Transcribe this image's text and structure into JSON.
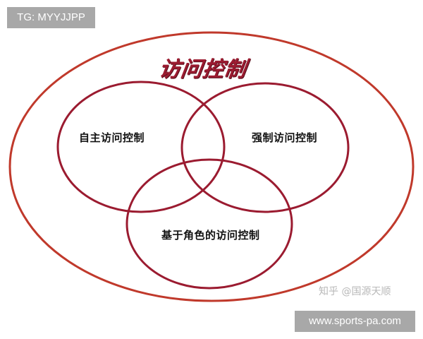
{
  "watermark_top": {
    "text": "TG: MYYJJPP"
  },
  "diagram": {
    "title": "访问控制",
    "sets": [
      {
        "label": "自主访问控制"
      },
      {
        "label": "强制访问控制"
      },
      {
        "label": "基于角色的访问控制"
      }
    ],
    "colors": {
      "outer_ellipse": "#c0392b",
      "inner_circles": "#9b1b30",
      "title": "#9b1b30"
    }
  },
  "attribution": {
    "text": "知乎 @国源天顺"
  },
  "watermark_bottom": {
    "text": "www.sports-pa.com"
  }
}
